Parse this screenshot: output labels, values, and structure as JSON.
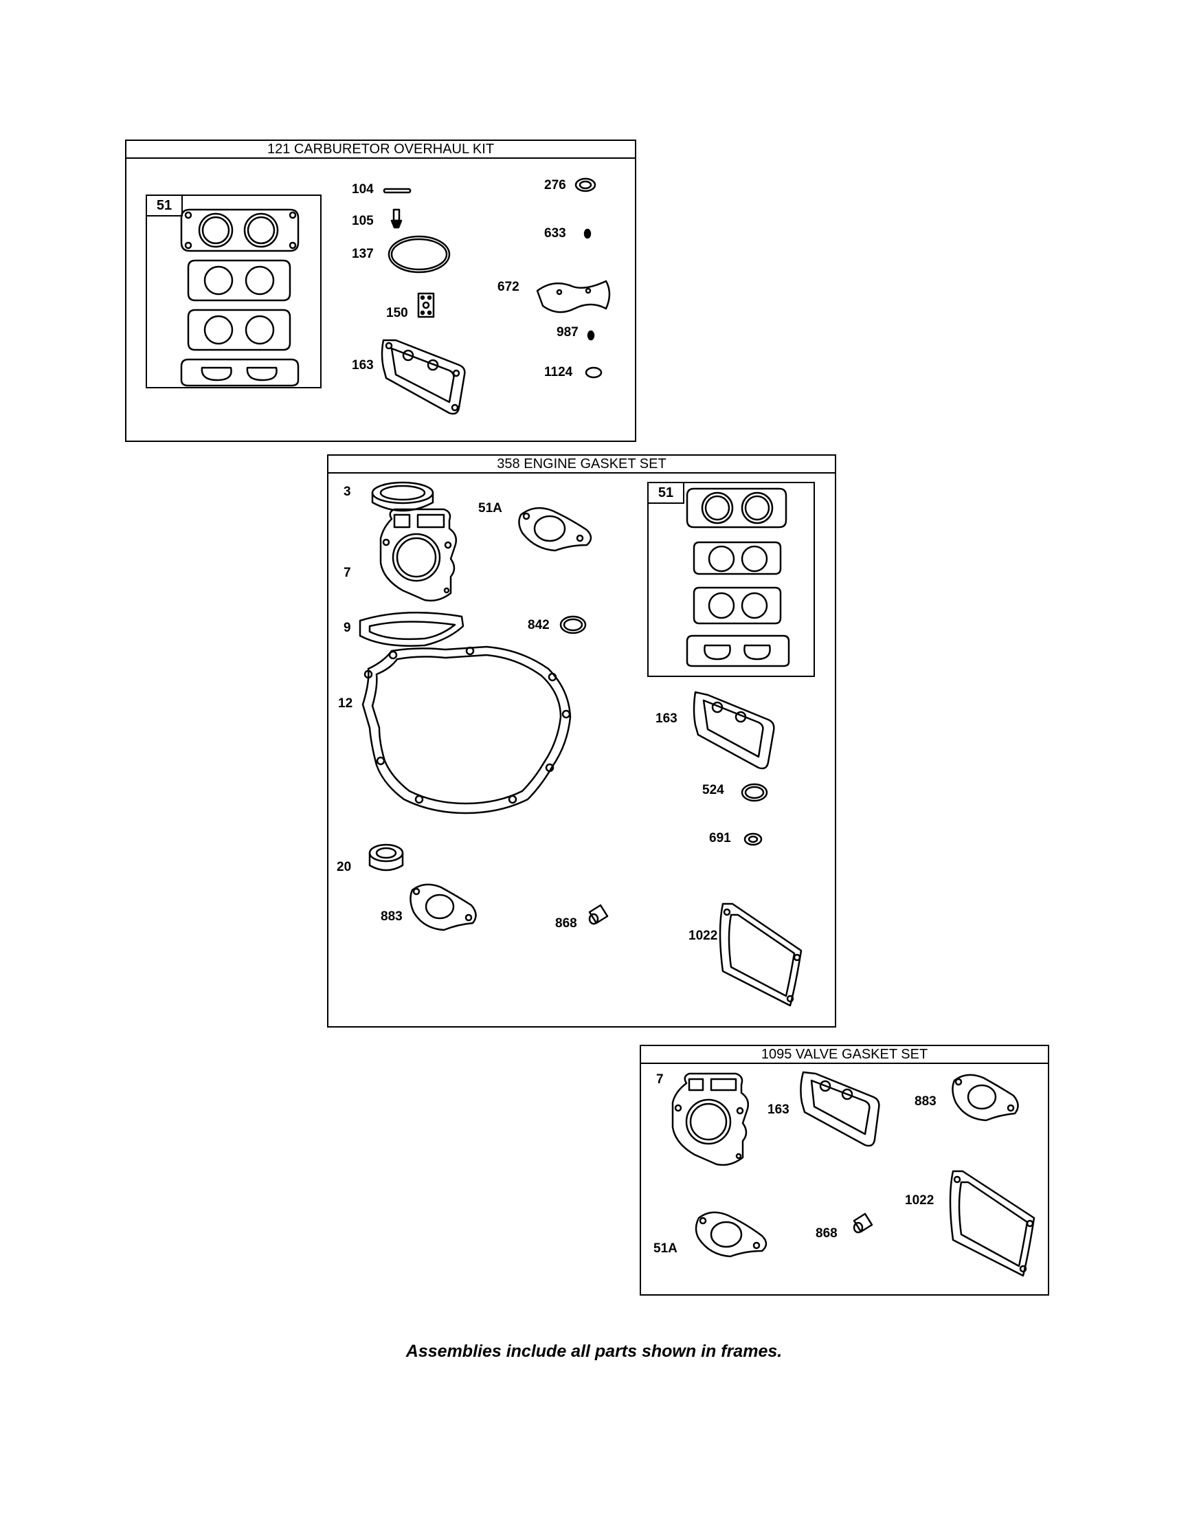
{
  "frames": {
    "carburetor": {
      "title": "121 CARBURETOR OVERHAUL KIT",
      "subframe_tag": "51",
      "labels": [
        "104",
        "105",
        "137",
        "150",
        "163",
        "276",
        "633",
        "672",
        "987",
        "1124"
      ]
    },
    "engine": {
      "title": "358 ENGINE GASKET SET",
      "subframe_tag": "51",
      "labels": [
        "3",
        "7",
        "9",
        "12",
        "20",
        "51A",
        "842",
        "163",
        "524",
        "691",
        "883",
        "868",
        "1022"
      ]
    },
    "valve": {
      "title": "1095 VALVE GASKET SET",
      "labels": [
        "7",
        "163",
        "883",
        "1022",
        "51A",
        "868"
      ]
    }
  },
  "footnote": "Assemblies include all parts shown in frames."
}
